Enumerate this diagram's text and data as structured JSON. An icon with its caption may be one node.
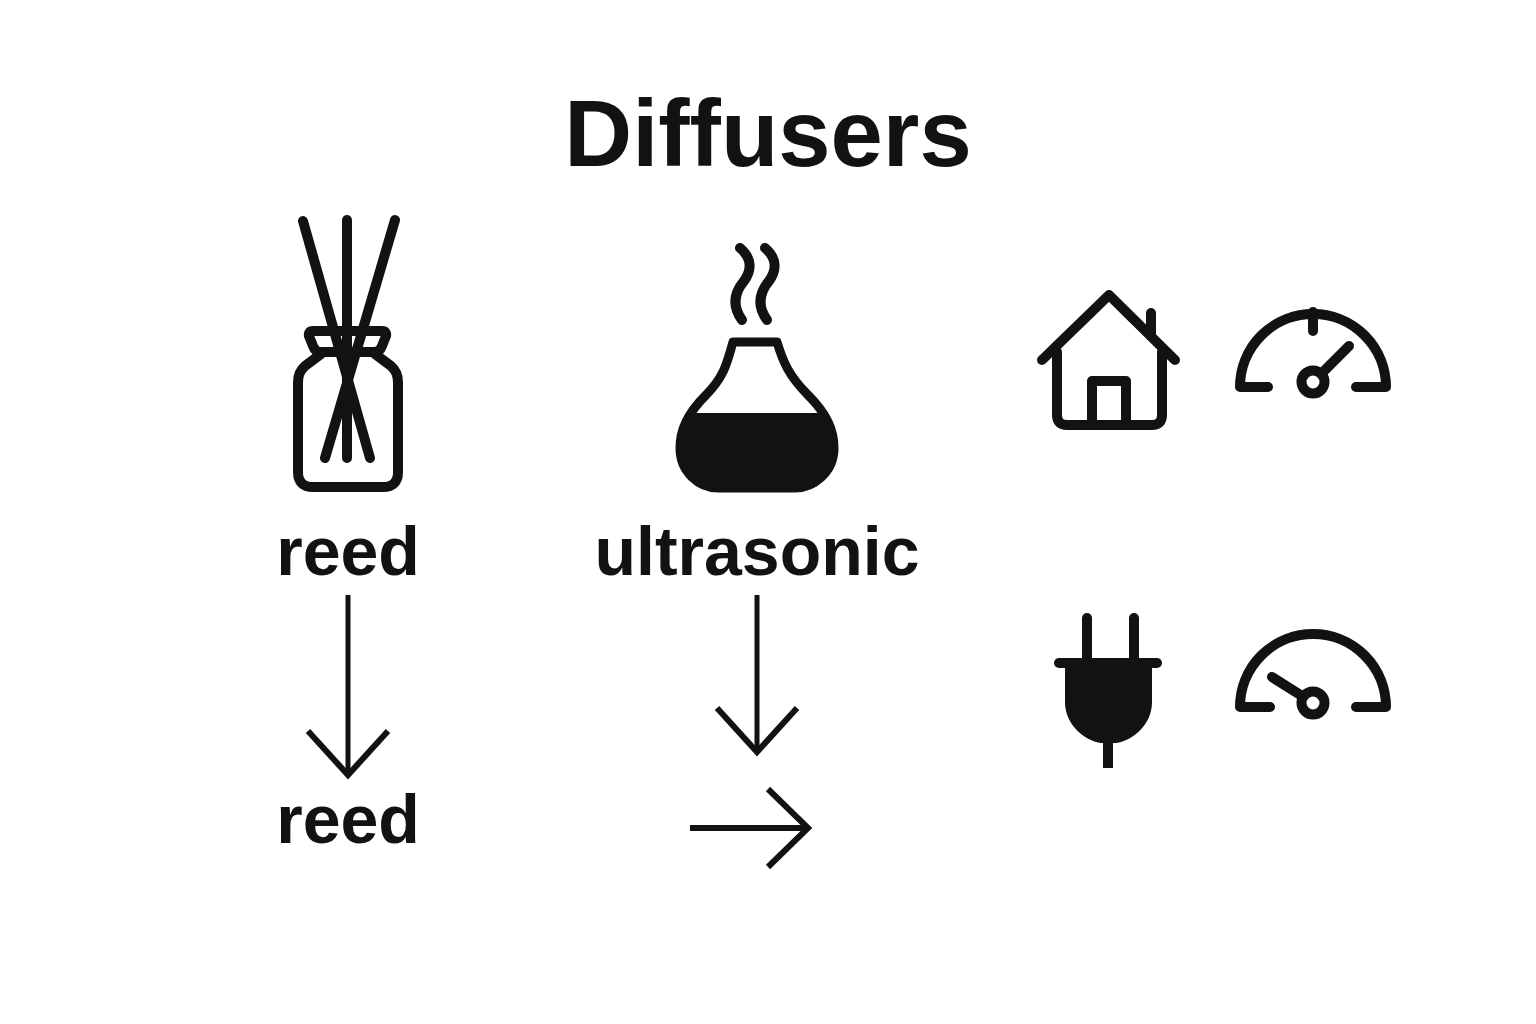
{
  "diagram": {
    "title": "Diffusers",
    "nodes": [
      {
        "text": [
          "reed"
        ]
      },
      {
        "text": [
          "reed"
        ]
      },
      {
        "text": [
          "ultrasonic"
        ]
      }
    ],
    "edges": [
      {
        "from": 0,
        "to": 1,
        "arrow": "to"
      },
      {
        "from": 2,
        "to": null,
        "arrow": "to"
      }
    ]
  }
}
